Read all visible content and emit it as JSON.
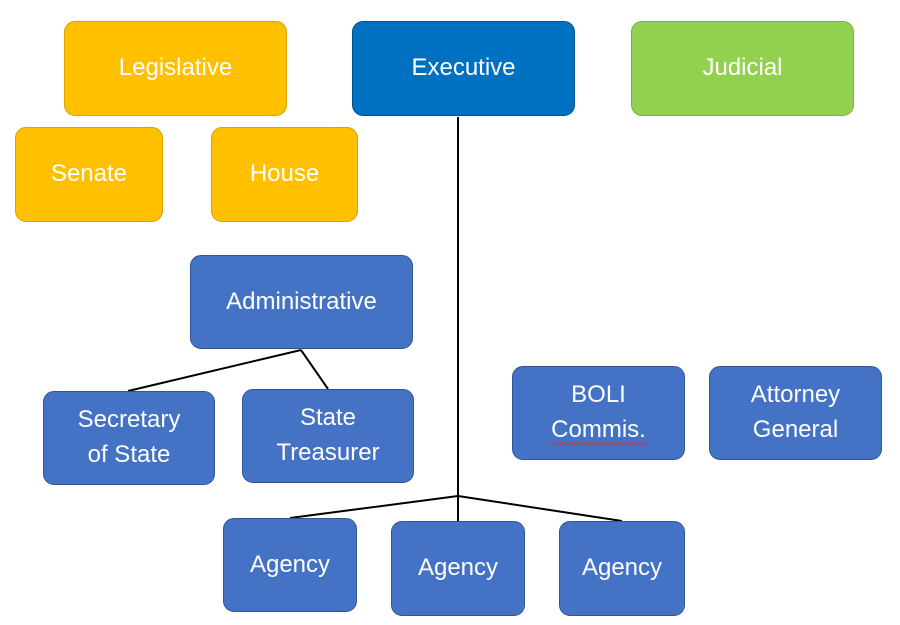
{
  "colors": {
    "legislative": "#FFC000",
    "executive": "#0070C0",
    "judicial": "#92D050",
    "office": "#4472C4",
    "connector": "#000000",
    "text": "#FFFFFF"
  },
  "branches": {
    "legislative": "Legislative",
    "executive": "Executive",
    "judicial": "Judicial"
  },
  "legislative_chambers": {
    "senate": "Senate",
    "house": "House"
  },
  "executive_offices": {
    "administrative": "Administrative",
    "secretary_of_state": "Secretary\nof State",
    "state_treasurer": "State\nTreasurer",
    "boli_line1": "BOLI",
    "boli_line2": "Commis.",
    "attorney_general": "Attorney\nGeneral"
  },
  "agencies": [
    "Agency",
    "Agency",
    "Agency"
  ]
}
